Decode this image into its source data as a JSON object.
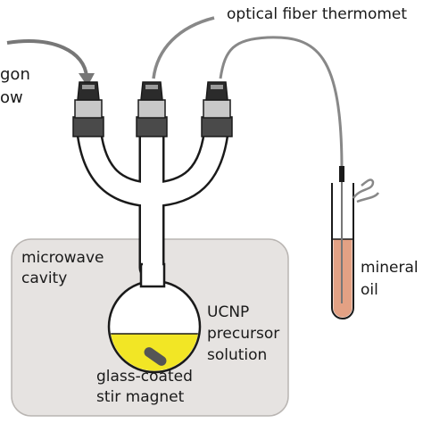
{
  "labels": {
    "argon_flow": [
      "gon",
      "ow"
    ],
    "thermometer": "optical fiber thermomet",
    "microwave_cavity": [
      "microwave",
      "cavity"
    ],
    "precursor": [
      "UCNP",
      "precursor",
      "solution"
    ],
    "stir_magnet": [
      "glass-coated",
      "stir magnet"
    ],
    "mineral_oil": [
      "mineral",
      "oil"
    ]
  },
  "colors": {
    "cavity_fill": "#e6e3e1",
    "solution": "#f2e625",
    "oil": "#e3a184",
    "magnet": "#555555",
    "cap_dark": "#4a4a4a",
    "cap_mid": "#8a8a8a",
    "cap_light": "#c8c8c8",
    "outline": "#1a1a1a"
  }
}
